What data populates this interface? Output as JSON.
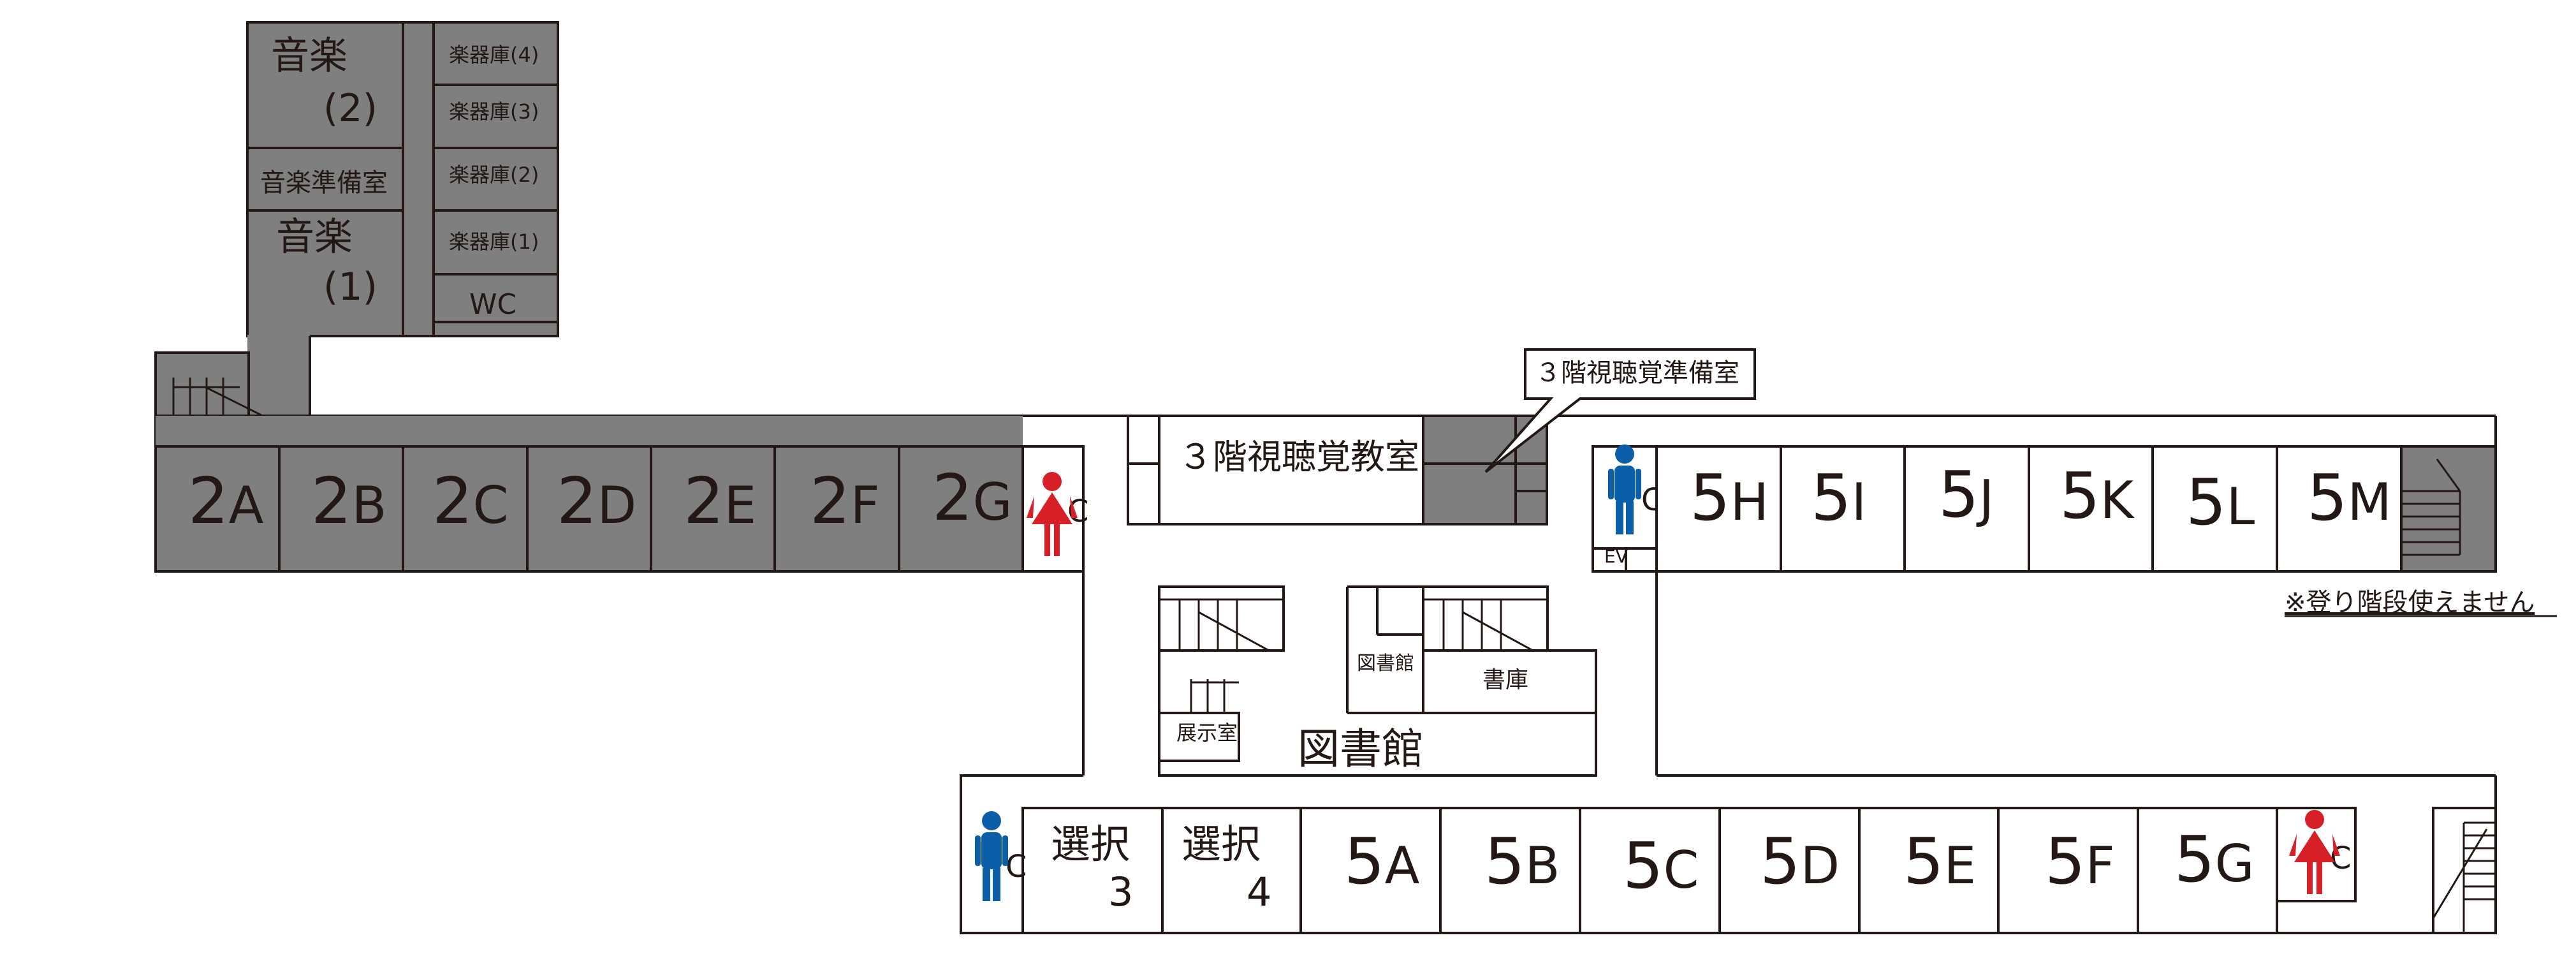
{
  "colors": {
    "room_gray": "#7f7f7f",
    "line": "#231815",
    "male_icon": "#0b5ea8",
    "female_icon": "#d61f26"
  },
  "icons": {
    "male": "male-restroom-icon",
    "female": "female-restroom-icon",
    "stairs": "stairs-icon"
  },
  "music_wing": {
    "music2_a": "音楽",
    "music2_b": "(2)",
    "music_prep": "音楽準備室",
    "music1_a": "音楽",
    "music1_b": "(1)",
    "storage4": "楽器庫(4)",
    "storage3": "楽器庫(3)",
    "storage2": "楽器庫(2)",
    "storage1": "楽器庫(1)",
    "wc": "WC"
  },
  "grade2_rooms": [
    {
      "num": "2",
      "letter": "A"
    },
    {
      "num": "2",
      "letter": "B"
    },
    {
      "num": "2",
      "letter": "C"
    },
    {
      "num": "2",
      "letter": "D"
    },
    {
      "num": "2",
      "letter": "E"
    },
    {
      "num": "2",
      "letter": "F"
    },
    {
      "num": "2",
      "letter": "G"
    }
  ],
  "center": {
    "av_room": "３階視聴覚教室",
    "av_prep_callout": "３階視聴覚準備室",
    "library_main": "図書館",
    "library_small": "図書館",
    "book_storage": "書庫",
    "exhibition": "展示室"
  },
  "grade5_upper": [
    {
      "num": "5",
      "letter": "H"
    },
    {
      "num": "5",
      "letter": "I"
    },
    {
      "num": "5",
      "letter": "J"
    },
    {
      "num": "5",
      "letter": "K"
    },
    {
      "num": "5",
      "letter": "L"
    },
    {
      "num": "5",
      "letter": "M"
    }
  ],
  "grade5_lower": [
    {
      "num": "5",
      "letter": "A"
    },
    {
      "num": "5",
      "letter": "B"
    },
    {
      "num": "5",
      "letter": "C"
    },
    {
      "num": "5",
      "letter": "D"
    },
    {
      "num": "5",
      "letter": "E"
    },
    {
      "num": "5",
      "letter": "F"
    },
    {
      "num": "5",
      "letter": "G"
    }
  ],
  "electives": [
    {
      "label": "選択",
      "num": "3"
    },
    {
      "label": "選択",
      "num": "4"
    }
  ],
  "ev_label": "EV",
  "wc_suffix": "C",
  "stairs_note": "※登り階段使えません"
}
